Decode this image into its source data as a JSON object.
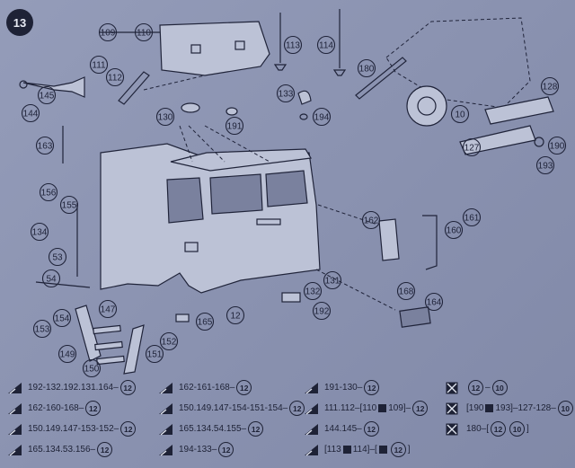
{
  "step_number": "13",
  "part_labels": [
    "109",
    "110",
    "111",
    "112",
    "113",
    "114",
    "133",
    "194",
    "145",
    "144",
    "130",
    "191",
    "163",
    "156",
    "155",
    "134",
    "53",
    "54",
    "153",
    "154",
    "147",
    "149",
    "150",
    "151",
    "152",
    "165",
    "12",
    "132",
    "192",
    "131",
    "162",
    "160",
    "161",
    "168",
    "164",
    "180",
    "128",
    "127",
    "190",
    "193",
    "10"
  ],
  "legend": {
    "col1": [
      "192-132.192.131.164–",
      "162-160-168–",
      "150.149.147-153-152–",
      "165.134.53.156–"
    ],
    "col2": [
      "162-161-168–",
      "150.149.147-154-151-154–",
      "165.134.54.155–",
      "194-133–"
    ],
    "col3": [
      "191-130–",
      "111.112–[110",
      "144.145–",
      "[113"
    ],
    "col3_tail": [
      "",
      "109]–",
      "",
      "114]–["
    ],
    "col4": [
      "",
      "[190",
      "180–["
    ],
    "col4_tail": [
      "",
      "193]–127-128–",
      ""
    ],
    "ref12": "12",
    "ref10": "10"
  }
}
